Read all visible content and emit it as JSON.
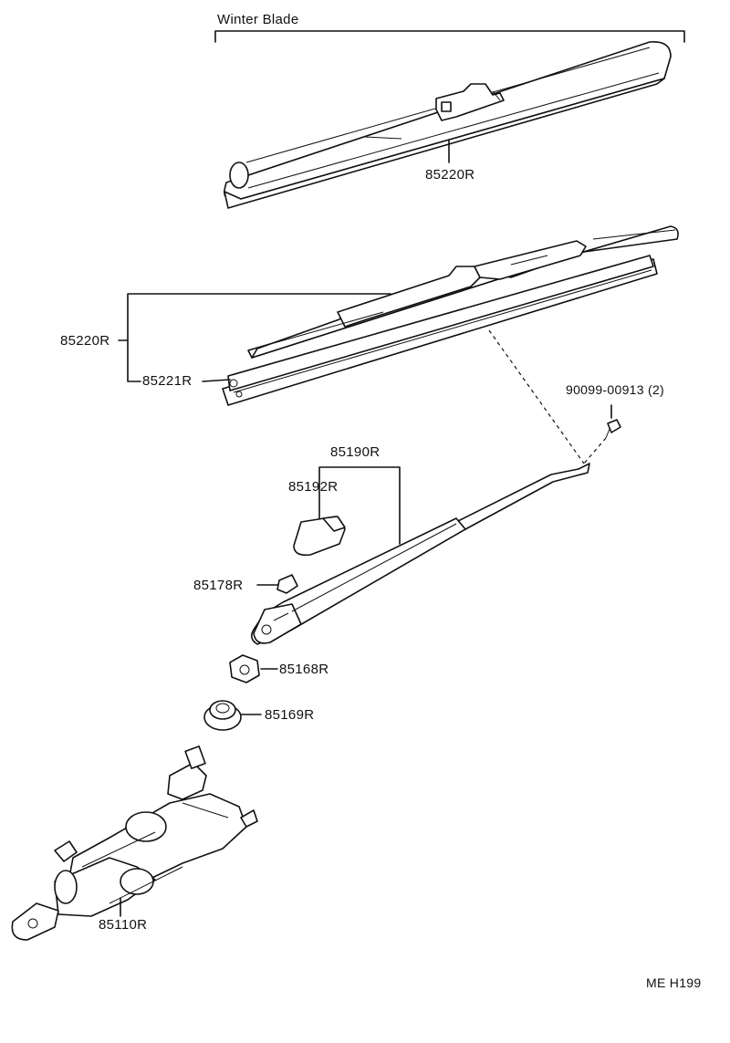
{
  "diagram": {
    "header_label": "Winter Blade",
    "footer_code": "ME H199",
    "callouts": [
      {
        "id": "winter-blade",
        "text": "85220R"
      },
      {
        "id": "blade-upper",
        "text": "85220R"
      },
      {
        "id": "blade-insert",
        "text": "85221R"
      },
      {
        "id": "screw",
        "text": "90099-00913 (2)"
      },
      {
        "id": "arm-assy",
        "text": "85190R"
      },
      {
        "id": "arm-cover",
        "text": "85192R"
      },
      {
        "id": "arm-cap",
        "text": "85178R"
      },
      {
        "id": "nut",
        "text": "85168R"
      },
      {
        "id": "grommet",
        "text": "85169R"
      },
      {
        "id": "motor",
        "text": "85110R"
      }
    ]
  }
}
